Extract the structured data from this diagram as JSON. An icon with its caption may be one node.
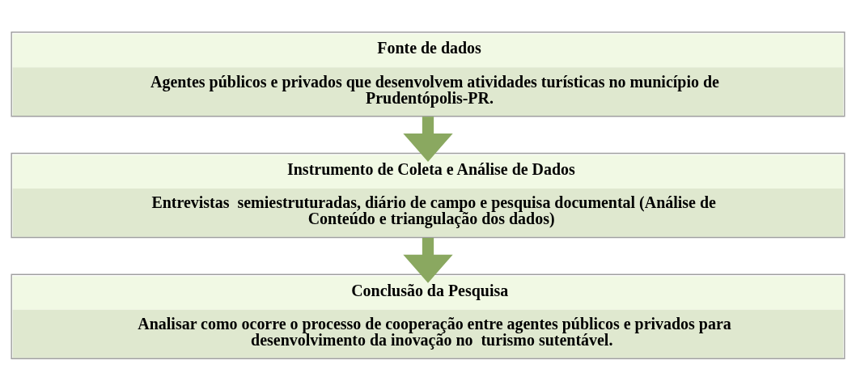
{
  "diagram": {
    "nodes": [
      {
        "text": [
          "Fonte de dados",
          "Agentes públicos e privados que desenvolvem atividades turísticas no município de Prudentópolis-PR."
        ]
      },
      {
        "text": [
          "Instrumento de Coleta e Análise de Dados",
          "Entrevistas  semiestruturadas, diário de campo e pesquisa documental (Análise de Conteúdo e triangulação dos dados)"
        ]
      },
      {
        "text": [
          "Conclusão da Pesquisa",
          "Analisar como ocorre o processo de cooperação entre agentes públicos e privados para desenvolvimento da inovação no  turismo sutentável."
        ]
      }
    ],
    "edges": [
      {
        "from": 0,
        "to": 1,
        "arrow": "to"
      },
      {
        "from": 1,
        "to": 2,
        "arrow": "to"
      }
    ]
  }
}
